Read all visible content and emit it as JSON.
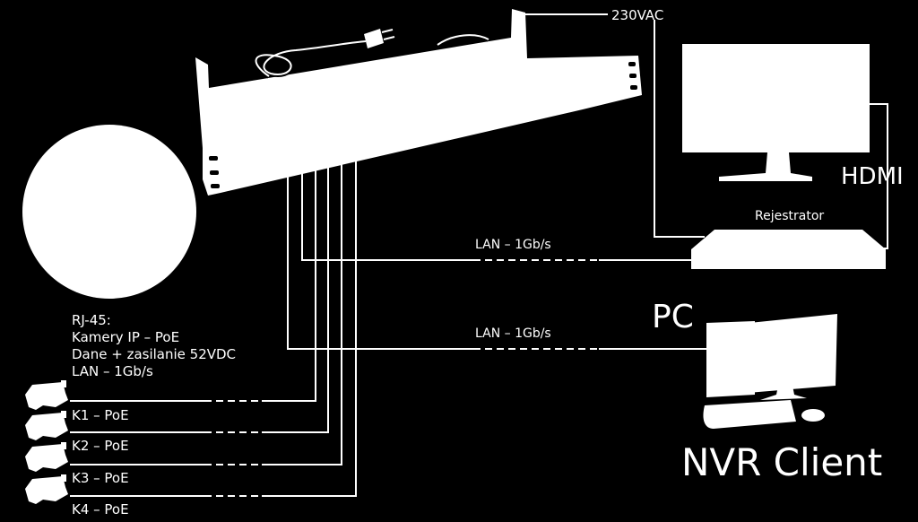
{
  "labels": {
    "power": "230VAC",
    "hdmi": "HDMI",
    "recorder": "Rejestrator",
    "lan_recorder": "LAN – 1Gb/s",
    "lan_pc": "LAN – 1Gb/s",
    "pc": "PC",
    "nvr_client": "NVR Client",
    "rj45_title": "RJ-45:",
    "rj45_line1": "Kamery IP – PoE",
    "rj45_line2": "Dane + zasilanie 52VDC",
    "rj45_line3": "LAN – 1Gb/s"
  },
  "cameras": [
    {
      "label": "K1 – PoE"
    },
    {
      "label": "K2 – PoE"
    },
    {
      "label": "K3 – PoE"
    },
    {
      "label": "K4 – PoE"
    }
  ],
  "colors": {
    "background": "#000000",
    "foreground": "#ffffff"
  }
}
